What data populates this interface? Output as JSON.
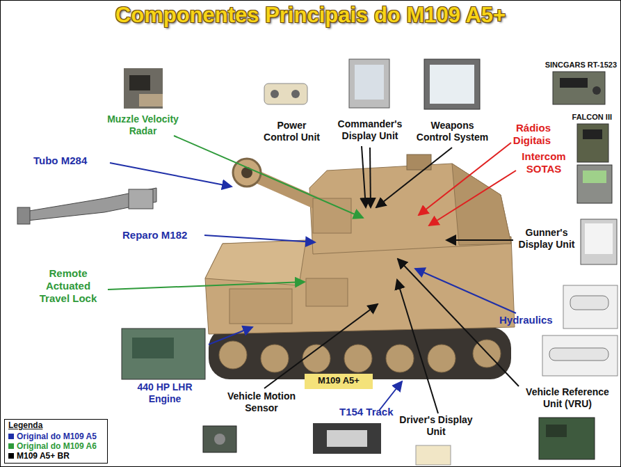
{
  "diagram": {
    "title": "Componentes Principais do M109 A5+",
    "labels": [
      "Muzzle Velocity Radar",
      "Power Control Unit",
      "Commander's Display Unit",
      "Weapons Control System",
      "SINCGARS RT-1523",
      "FALCON III",
      "Rádios Digitais",
      "Tubo M284",
      "Intercom SOTAS",
      "Reparo M182",
      "Gunner's Display Unit",
      "Remote Actuated Travel Lock",
      "Hydraulics",
      "440 HP LHR Engine",
      "M109 A5+",
      "Vehicle Motion Sensor",
      "T154 Track",
      "Driver's Display Unit",
      "Vehicle Reference Unit (VRU)",
      "Legenda"
    ],
    "legend": [
      {
        "text": "Original do M109 A5",
        "color": "#1f2fa8"
      },
      {
        "text": "Original do M109 A6",
        "color": "#2e9a3a"
      },
      {
        "text": "M109 A5+ BR",
        "color": "#000000"
      }
    ]
  }
}
